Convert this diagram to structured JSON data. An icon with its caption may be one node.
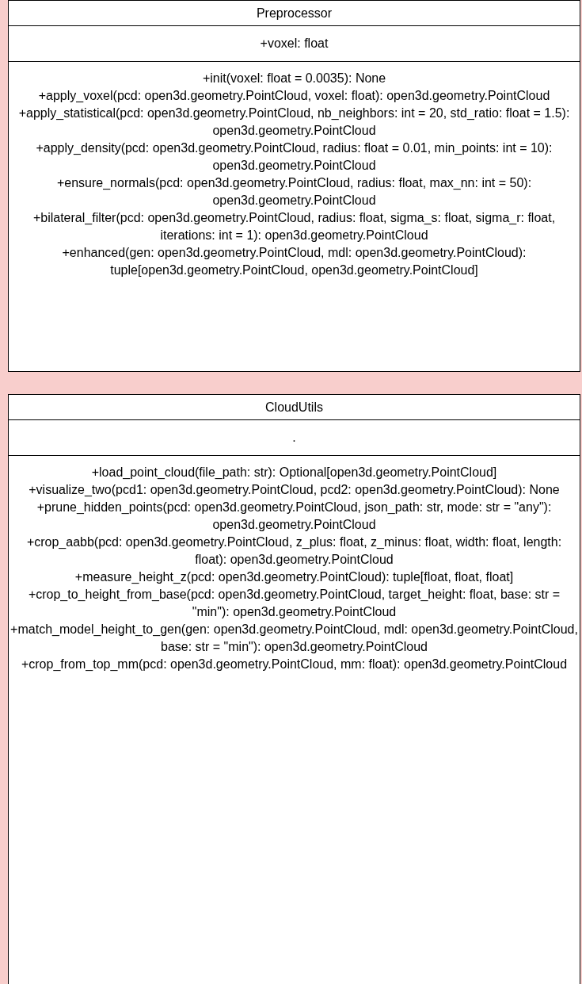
{
  "diagram": {
    "nodes": [
      {
        "text": [
          "Preprocessor",
          "+voxel: float",
          "+init(voxel: float = 0.0035): None",
          "+apply_voxel(pcd: open3d.geometry.PointCloud, voxel: float): open3d.geometry.PointCloud",
          "+apply_statistical(pcd: open3d.geometry.PointCloud, nb_neighbors: int = 20, std_ratio: float = 1.5): open3d.geometry.PointCloud",
          "+apply_density(pcd: open3d.geometry.PointCloud, radius: float = 0.01, min_points: int = 10): open3d.geometry.PointCloud",
          "+ensure_normals(pcd: open3d.geometry.PointCloud, radius: float, max_nn: int = 50): open3d.geometry.PointCloud",
          "+bilateral_filter(pcd: open3d.geometry.PointCloud, radius: float, sigma_s: float, sigma_r: float, iterations: int = 1): open3d.geometry.PointCloud",
          "+enhanced(gen: open3d.geometry.PointCloud, mdl: open3d.geometry.PointCloud): tuple[open3d.geometry.PointCloud, open3d.geometry.PointCloud]"
        ]
      },
      {
        "text": [
          "CloudUtils",
          ".",
          "+load_point_cloud(file_path: str): Optional[open3d.geometry.PointCloud]",
          "+visualize_two(pcd1: open3d.geometry.PointCloud, pcd2: open3d.geometry.PointCloud): None",
          "+prune_hidden_points(pcd: open3d.geometry.PointCloud, json_path: str, mode: str = \"any\"): open3d.geometry.PointCloud",
          "+crop_aabb(pcd: open3d.geometry.PointCloud, z_plus: float, z_minus: float, width: float, length: float): open3d.geometry.PointCloud",
          "+measure_height_z(pcd: open3d.geometry.PointCloud): tuple[float, float, float]",
          "+crop_to_height_from_base(pcd: open3d.geometry.PointCloud, target_height: float, base: str = \"min\"): open3d.geometry.PointCloud",
          "+match_model_height_to_gen(gen: open3d.geometry.PointCloud, mdl: open3d.geometry.PointCloud, base: str = \"min\"): open3d.geometry.PointCloud",
          "+crop_from_top_mm(pcd: open3d.geometry.PointCloud, mm: float): open3d.geometry.PointCloud"
        ]
      }
    ]
  }
}
